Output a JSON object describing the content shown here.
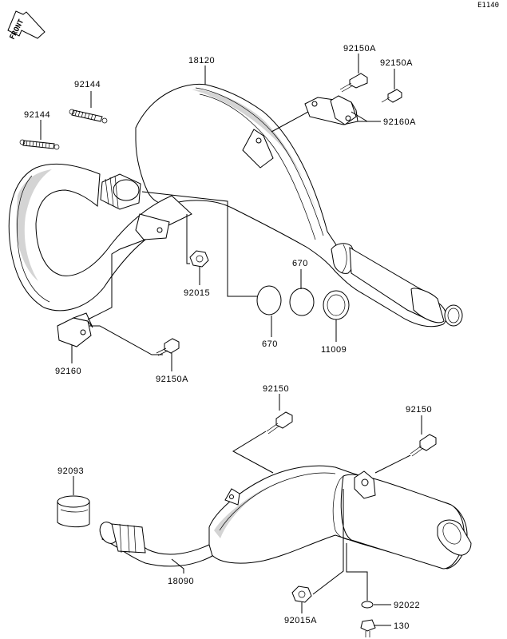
{
  "diagram_code": "E1140",
  "orientation_label": "FRONT",
  "labels": {
    "p18120": "18120",
    "p92150A_top1": "92150A",
    "p92150A_top2": "92150A",
    "p92160A": "92160A",
    "p92144_a": "92144",
    "p92144_b": "92144",
    "p670_top": "670",
    "p670_bottom": "670",
    "p92015": "92015",
    "p11009": "11009",
    "p92160": "92160",
    "p92150A_bottom": "92150A",
    "p92150_left": "92150",
    "p92150_right": "92150",
    "p92093": "92093",
    "p18090": "18090",
    "p92015A": "92015A",
    "p92022": "92022",
    "p130": "130"
  }
}
